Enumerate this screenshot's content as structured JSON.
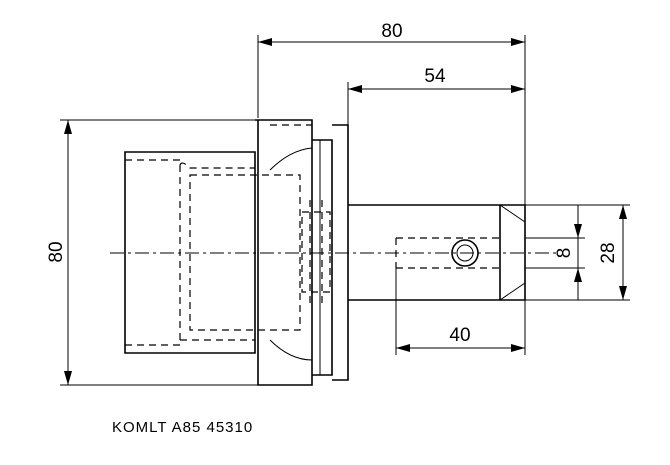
{
  "drawing": {
    "caption": "KOMLT A85 45310",
    "dimensions": {
      "overall_length": "80",
      "shank_length": "54",
      "bore_depth": "40",
      "flange_height": "80",
      "shank_diameter": "28",
      "bore_diameter": "8"
    }
  }
}
